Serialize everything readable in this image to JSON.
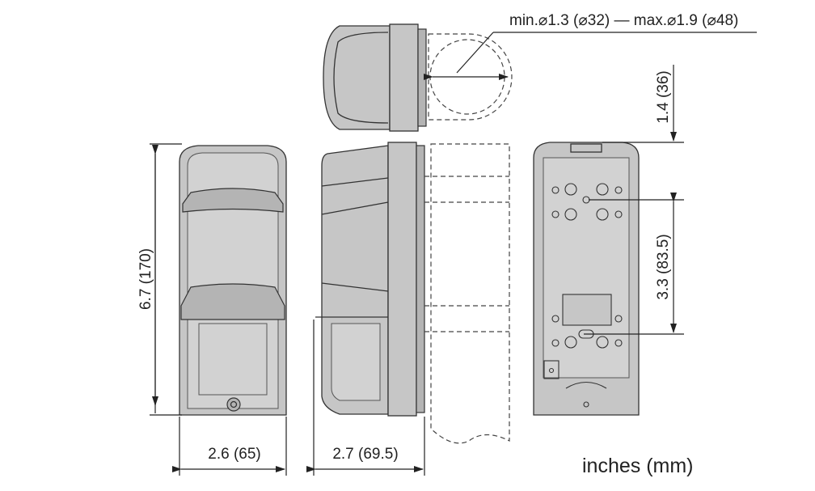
{
  "dimensions": {
    "pole_diameter": "min.⌀1.3 (⌀32) — max.⌀1.9 (⌀48)",
    "top_offset": "1.4 (36)",
    "hole_spacing": "3.3 (83.5)",
    "height": "6.7 (170)",
    "width": "2.6 (65)",
    "depth": "2.7 (69.5)"
  },
  "units_label": "inches (mm)",
  "colors": {
    "body": "#c6c6c6",
    "line": "#333333"
  }
}
